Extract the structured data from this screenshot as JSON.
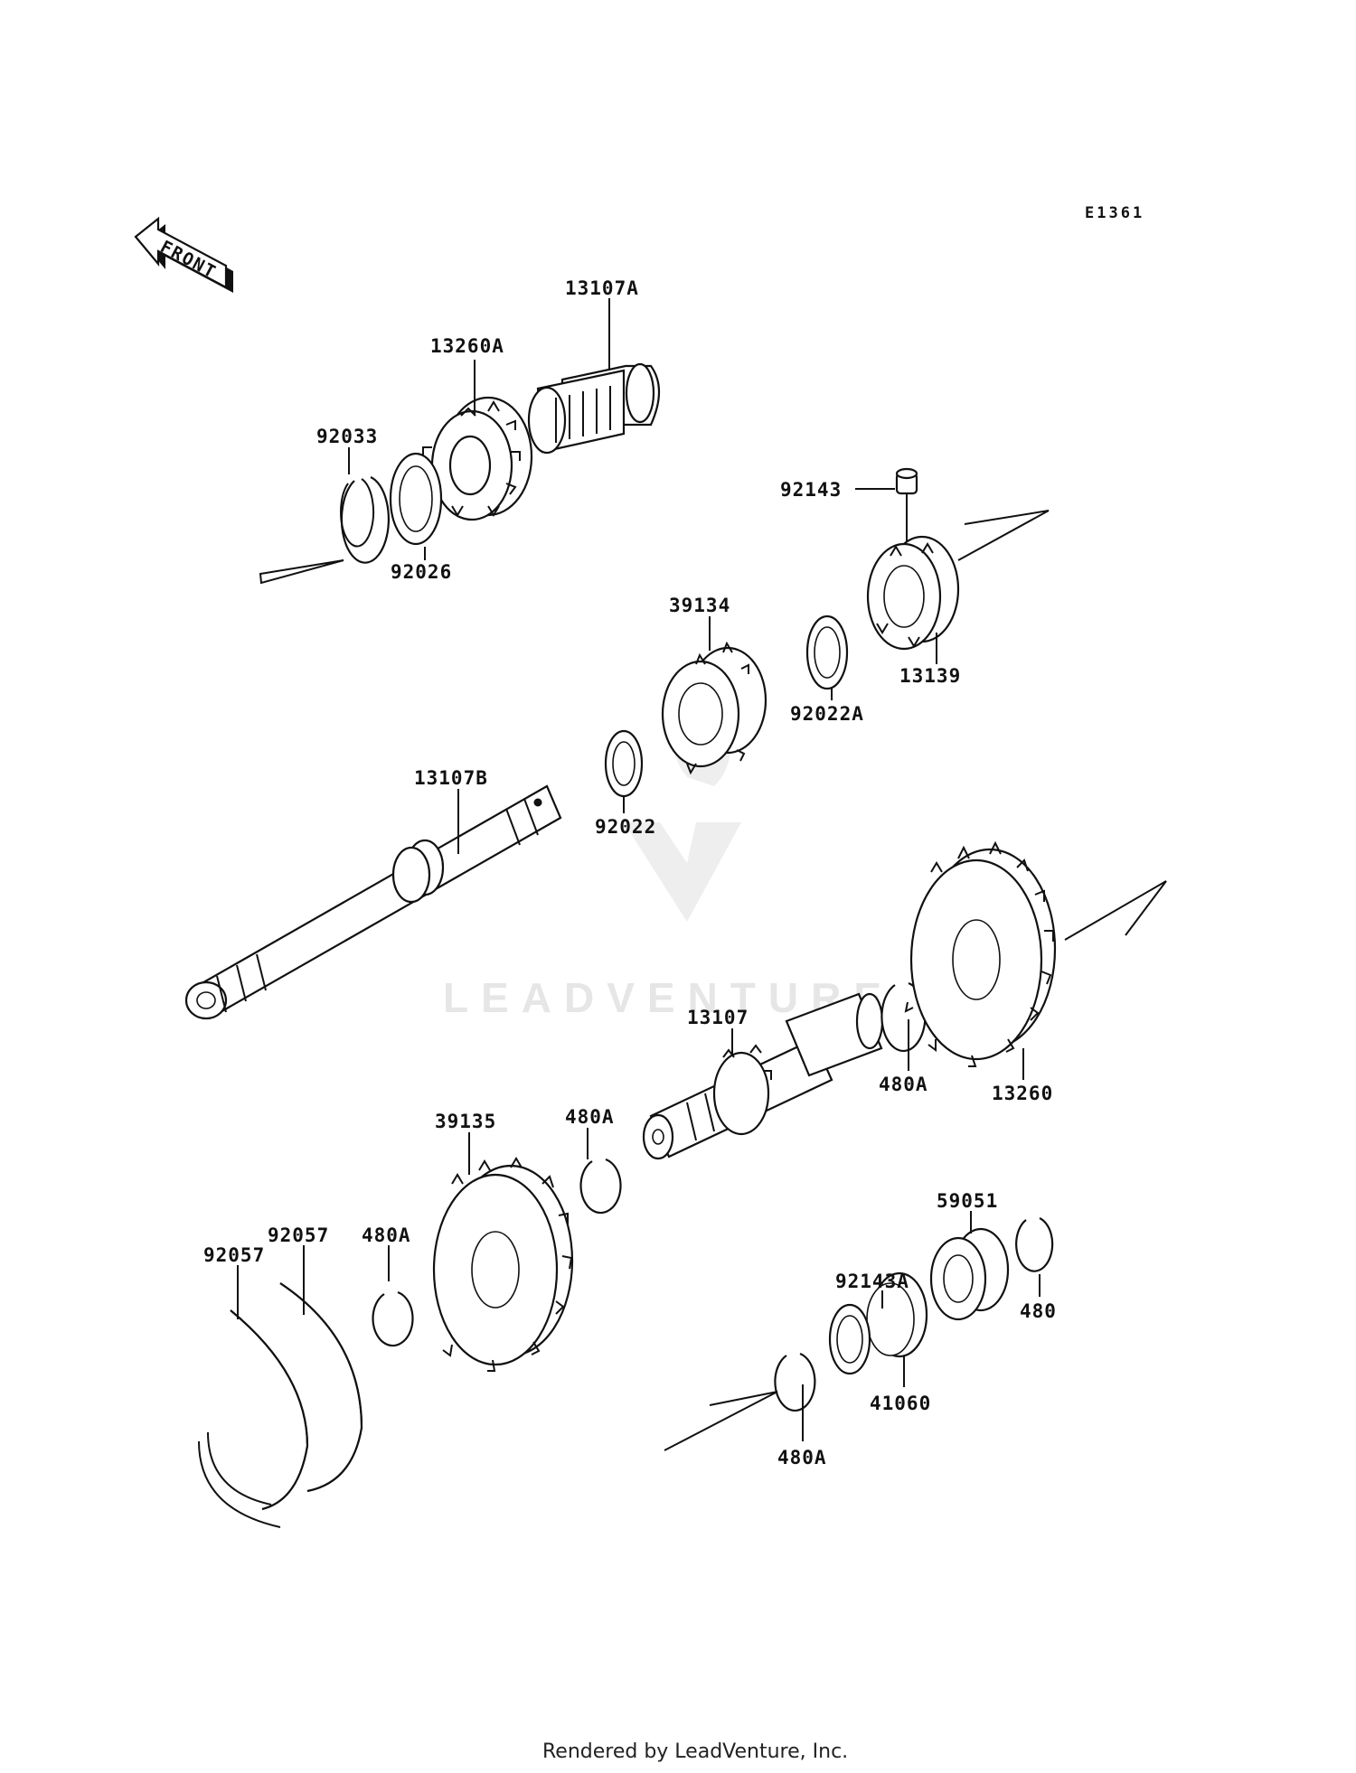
{
  "diagram_code": "E1361",
  "front_arrow_label": "FRONT",
  "footer": "Rendered by LeadVenture, Inc.",
  "watermark": "LEADVENTURE",
  "parts": {
    "p13107A": "13107A",
    "p13260A": "13260A",
    "p92033": "92033",
    "p92026": "92026",
    "p92143": "92143",
    "p13139": "13139",
    "p39134": "39134",
    "p92022A": "92022A",
    "p13107B": "13107B",
    "p92022": "92022",
    "p13107": "13107",
    "p480A_right": "480A",
    "p13260": "13260",
    "p39135": "39135",
    "p480A_mid": "480A",
    "p92057_a": "92057",
    "p92057_b": "92057",
    "p480A_left": "480A",
    "p59051": "59051",
    "p92143A": "92143A",
    "p480": "480",
    "p41060": "41060",
    "p480A_bottom": "480A"
  }
}
